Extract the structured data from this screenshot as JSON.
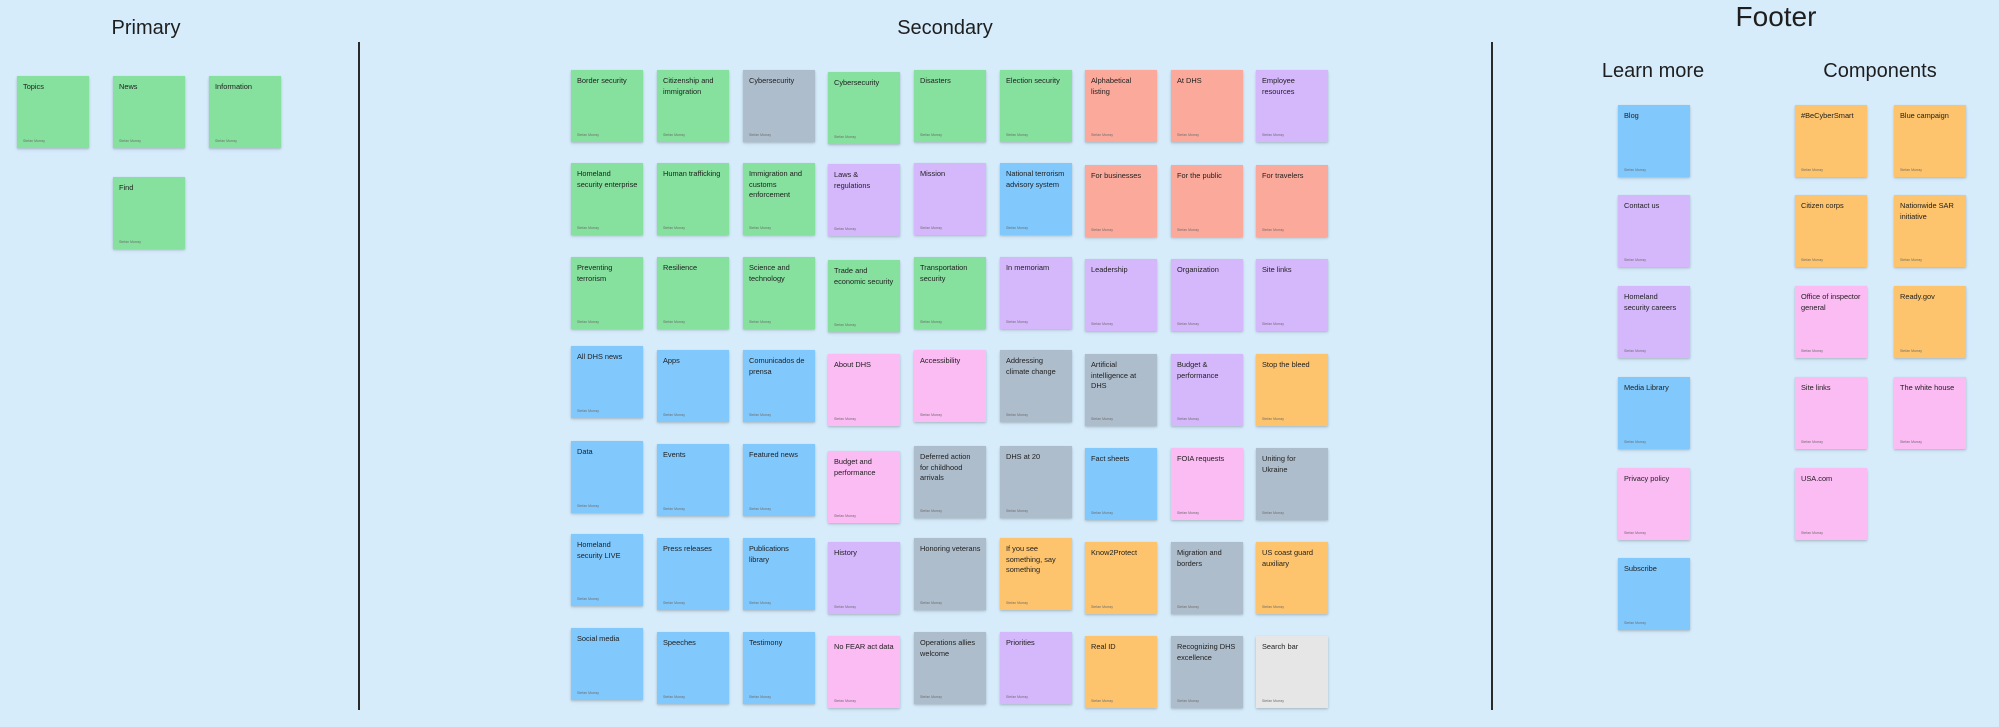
{
  "sections": {
    "primary": {
      "title": "Primary"
    },
    "secondary": {
      "title": "Secondary"
    },
    "footer": {
      "title": "Footer",
      "learn_more": "Learn more",
      "components": "Components"
    }
  },
  "author": "Stefan Murray",
  "colors": {
    "green": "#86e09e",
    "gray": "#aebdcc",
    "salmon": "#fba99b",
    "lavender": "#d5b8fc",
    "blue": "#81c8fd",
    "pink": "#fbbbf3",
    "orange": "#fdc46d",
    "lightgray": "#e6e6e6"
  },
  "primary_notes": [
    {
      "label": "Topics",
      "color": "green"
    },
    {
      "label": "News",
      "color": "green"
    },
    {
      "label": "Information",
      "color": "green"
    },
    {
      "label": "Find",
      "color": "green"
    }
  ],
  "secondary_notes": [
    [
      {
        "label": "Border security",
        "color": "green"
      },
      {
        "label": "Citizenship and immigration",
        "color": "green"
      },
      {
        "label": "Cybersecurity",
        "color": "gray"
      },
      {
        "label": "Cybersecurity",
        "color": "green"
      },
      {
        "label": "Disasters",
        "color": "green"
      },
      {
        "label": "Election security",
        "color": "green"
      },
      {
        "label": "Alphabetical listing",
        "color": "salmon"
      },
      {
        "label": "At DHS",
        "color": "salmon"
      },
      {
        "label": "Employee resources",
        "color": "lavender"
      }
    ],
    [
      {
        "label": "Homeland security enterprise",
        "color": "green"
      },
      {
        "label": "Human trafficking",
        "color": "green"
      },
      {
        "label": "Immigration and customs enforcement",
        "color": "green"
      },
      {
        "label": "Laws & regulations",
        "color": "lavender"
      },
      {
        "label": "Mission",
        "color": "lavender"
      },
      {
        "label": "National terrorism advisory system",
        "color": "blue"
      },
      {
        "label": "For businesses",
        "color": "salmon"
      },
      {
        "label": "For the public",
        "color": "salmon"
      },
      {
        "label": "For travelers",
        "color": "salmon"
      }
    ],
    [
      {
        "label": "Preventing terrorism",
        "color": "green"
      },
      {
        "label": "Resilience",
        "color": "green"
      },
      {
        "label": "Science and technology",
        "color": "green"
      },
      {
        "label": "Trade and economic security",
        "color": "green"
      },
      {
        "label": "Transportation security",
        "color": "green"
      },
      {
        "label": "In memoriam",
        "color": "lavender"
      },
      {
        "label": "Leadership",
        "color": "lavender"
      },
      {
        "label": "Organization",
        "color": "lavender"
      },
      {
        "label": "Site links",
        "color": "lavender"
      }
    ],
    [
      {
        "label": "All DHS news",
        "color": "blue"
      },
      {
        "label": "Apps",
        "color": "blue"
      },
      {
        "label": "Comunicados de prensa",
        "color": "blue"
      },
      {
        "label": "About DHS",
        "color": "pink"
      },
      {
        "label": "Accessibility",
        "color": "pink"
      },
      {
        "label": "Addressing climate change",
        "color": "gray"
      },
      {
        "label": "Artificial intelligence at DHS",
        "color": "gray"
      },
      {
        "label": "Budget & performance",
        "color": "lavender"
      },
      {
        "label": "Stop the bleed",
        "color": "orange"
      }
    ],
    [
      {
        "label": "Data",
        "color": "blue"
      },
      {
        "label": "Events",
        "color": "blue"
      },
      {
        "label": "Featured news",
        "color": "blue"
      },
      {
        "label": "Budget and performance",
        "color": "pink"
      },
      {
        "label": "Deferred action for childhood arrivals",
        "color": "gray"
      },
      {
        "label": "DHS at 20",
        "color": "gray"
      },
      {
        "label": "Fact sheets",
        "color": "blue"
      },
      {
        "label": "FOIA requests",
        "color": "pink"
      },
      {
        "label": "Uniting for Ukraine",
        "color": "gray"
      }
    ],
    [
      {
        "label": "Homeland security LIVE",
        "color": "blue"
      },
      {
        "label": "Press releases",
        "color": "blue"
      },
      {
        "label": "Publications library",
        "color": "blue"
      },
      {
        "label": "History",
        "color": "lavender"
      },
      {
        "label": "Honoring veterans",
        "color": "gray"
      },
      {
        "label": "If you see something, say something",
        "color": "orange"
      },
      {
        "label": "Know2Protect",
        "color": "orange"
      },
      {
        "label": "Migration and borders",
        "color": "gray"
      },
      {
        "label": "US coast guard auxiliary",
        "color": "orange"
      }
    ],
    [
      {
        "label": "Social media",
        "color": "blue"
      },
      {
        "label": "Speeches",
        "color": "blue"
      },
      {
        "label": "Testimony",
        "color": "blue"
      },
      {
        "label": "No FEAR act data",
        "color": "pink"
      },
      {
        "label": "Operations allies welcome",
        "color": "gray"
      },
      {
        "label": "Priorities",
        "color": "lavender"
      },
      {
        "label": "Real ID",
        "color": "orange"
      },
      {
        "label": "Recognizing DHS excellence",
        "color": "gray"
      },
      {
        "label": "Search bar",
        "color": "lightgray"
      }
    ]
  ],
  "learn_more_notes": [
    {
      "label": "Blog",
      "color": "blue"
    },
    {
      "label": "Contact us",
      "color": "lavender"
    },
    {
      "label": "Homeland security careers",
      "color": "lavender"
    },
    {
      "label": "Media Library",
      "color": "blue"
    },
    {
      "label": "Privacy policy",
      "color": "pink"
    },
    {
      "label": "Subscribe",
      "color": "blue"
    }
  ],
  "components_notes": [
    {
      "label": "#BeCyberSmart",
      "color": "orange"
    },
    {
      "label": "Blue campaign",
      "color": "orange"
    },
    {
      "label": "Citizen corps",
      "color": "orange"
    },
    {
      "label": "Nationwide SAR initiative",
      "color": "orange"
    },
    {
      "label": "Office of inspector general",
      "color": "pink"
    },
    {
      "label": "Ready.gov",
      "color": "orange"
    },
    {
      "label": "Site links",
      "color": "pink"
    },
    {
      "label": "The white house",
      "color": "pink"
    },
    {
      "label": "USA.com",
      "color": "pink"
    }
  ]
}
